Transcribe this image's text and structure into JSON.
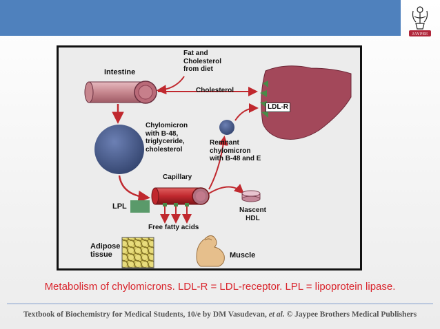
{
  "header": {
    "brand_color": "#4f81bd",
    "logo_icon": "jaypee-logo-icon",
    "logo_text": "JAYPEE"
  },
  "diagram": {
    "labels": {
      "intestine": "Intestine",
      "fat_cholesterol": "Fat and\nCholesterol\nfrom diet",
      "cholesterol": "Cholesterol",
      "ldl_r": "LDL-R",
      "chylomicron": "Chylomicron\nwith B-48,\ntriglyceride,\ncholesterol",
      "remnant": "Remnant\nchylomicron\nwith B-48 and E",
      "capillary": "Capillary",
      "lpl": "LPL",
      "nascent_hdl": "Nascent\nHDL",
      "free_fatty_acids": "Free fatty acids",
      "adipose": "Adipose\ntissue",
      "muscle": "Muscle"
    },
    "colors": {
      "arrow": "#c0282e",
      "intestine": "#c7878f",
      "chylomicron": "#4a5c8f",
      "liver": "#a3485a",
      "receptor": "#4a8a48",
      "lpl": "#5a9a6a",
      "capillary": "#c0282e"
    }
  },
  "caption": "Metabolism of chylomicrons. LDL-R = LDL-receptor.  LPL = lipoprotein lipase.",
  "footer": {
    "prefix": "Textbook of Biochemistry for Medical Students, 10/e by DM Vasudevan, ",
    "italic": "et al.",
    "suffix": " © Jaypee Brothers Medical Publishers"
  }
}
